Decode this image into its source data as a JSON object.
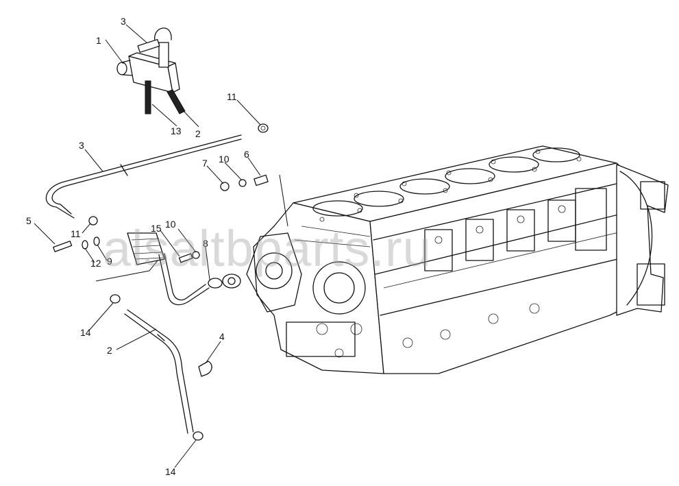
{
  "watermark": "alsaltbparts.ru",
  "callouts": {
    "c1": "1",
    "c3_top": "3",
    "c13": "13",
    "c2_top": "2",
    "c11_top": "11",
    "c3_pipe": "3",
    "c7": "7",
    "c10_a": "10",
    "c6": "6",
    "c5": "5",
    "c11_mid": "11",
    "c12": "12",
    "c9": "9",
    "c15": "15",
    "c10_b": "10",
    "c8": "8",
    "c14_top": "14",
    "c2_pipe": "2",
    "c4": "4",
    "c14_bot": "14"
  }
}
